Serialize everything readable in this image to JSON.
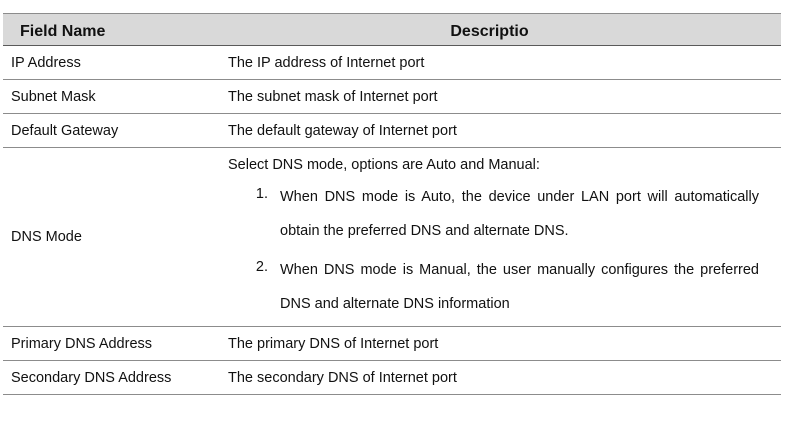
{
  "header": {
    "field_name": "Field Name",
    "description": "Descriptio"
  },
  "rows": [
    {
      "field": "IP Address",
      "desc": "The IP address of Internet port"
    },
    {
      "field": "Subnet Mask",
      "desc": "The subnet mask of Internet port"
    },
    {
      "field": "Default Gateway",
      "desc": "The default gateway of Internet port"
    }
  ],
  "dns_mode": {
    "field": "DNS Mode",
    "intro": "Select DNS mode, options are Auto and Manual:",
    "items": [
      {
        "num": "1.",
        "text": "When DNS mode is Auto, the device under LAN port will automatically obtain the preferred DNS and alternate DNS."
      },
      {
        "num": "2.",
        "text": "When DNS mode is Manual, the user manually configures the preferred DNS and alternate DNS information"
      }
    ]
  },
  "rows_after": [
    {
      "field": "Primary DNS Address",
      "desc": "The primary DNS of Internet port"
    },
    {
      "field": "Secondary DNS Address",
      "desc": "The secondary DNS of Internet port"
    }
  ]
}
